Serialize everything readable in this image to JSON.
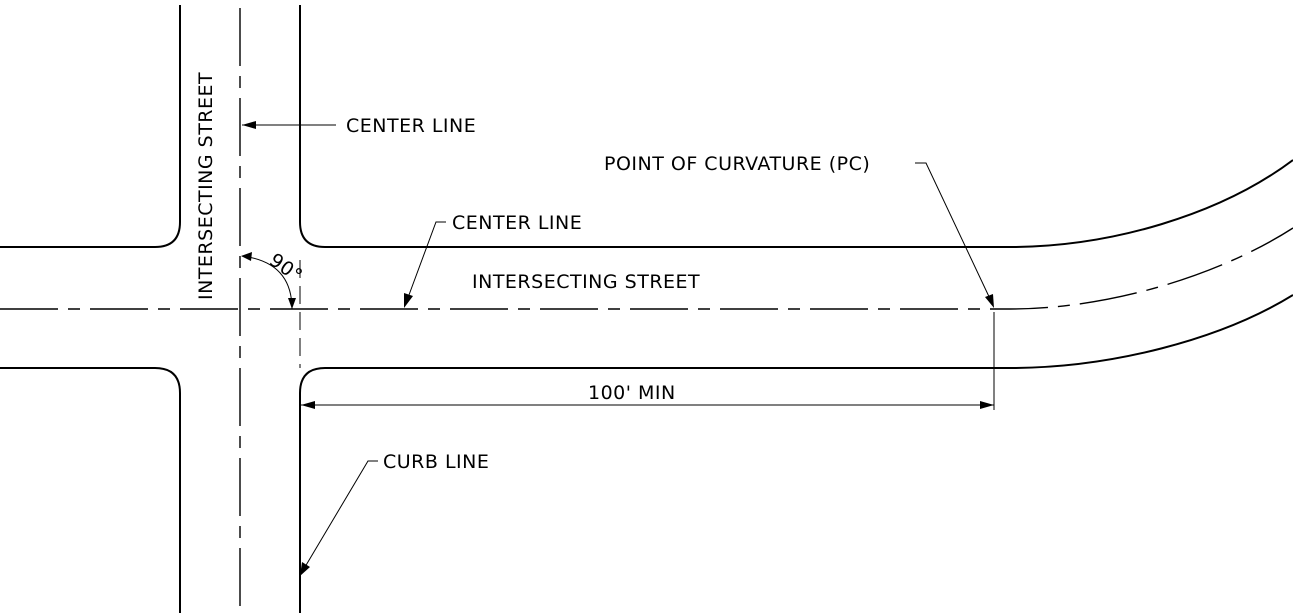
{
  "labels": {
    "vertical_street": "INTERSECTING STREET",
    "horizontal_street": "INTERSECTING STREET",
    "center_line_top": "CENTER LINE",
    "center_line_mid": "CENTER LINE",
    "point_of_curvature": "POINT OF CURVATURE (PC)",
    "dimension": "100' MIN",
    "curb_line": "CURB LINE",
    "angle": "90°"
  }
}
